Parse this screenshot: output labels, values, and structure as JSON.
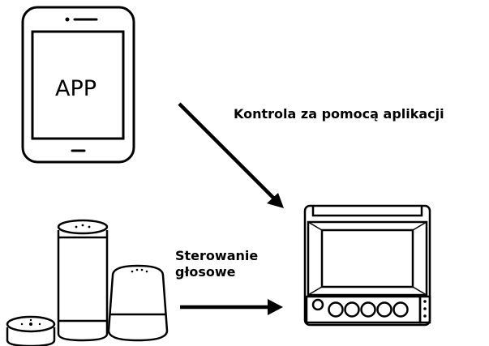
{
  "phone": {
    "screen_label": "APP"
  },
  "captions": {
    "app_control": "Kontrola za pomocą aplikacji",
    "voice_control_line1": "Sterowanie",
    "voice_control_line2": "głosowe"
  },
  "colors": {
    "stroke": "#000000",
    "background": "#ffffff"
  },
  "icons": [
    "smartphone-icon",
    "smart-speaker-icons",
    "relay-module-icon",
    "arrow-icon"
  ]
}
